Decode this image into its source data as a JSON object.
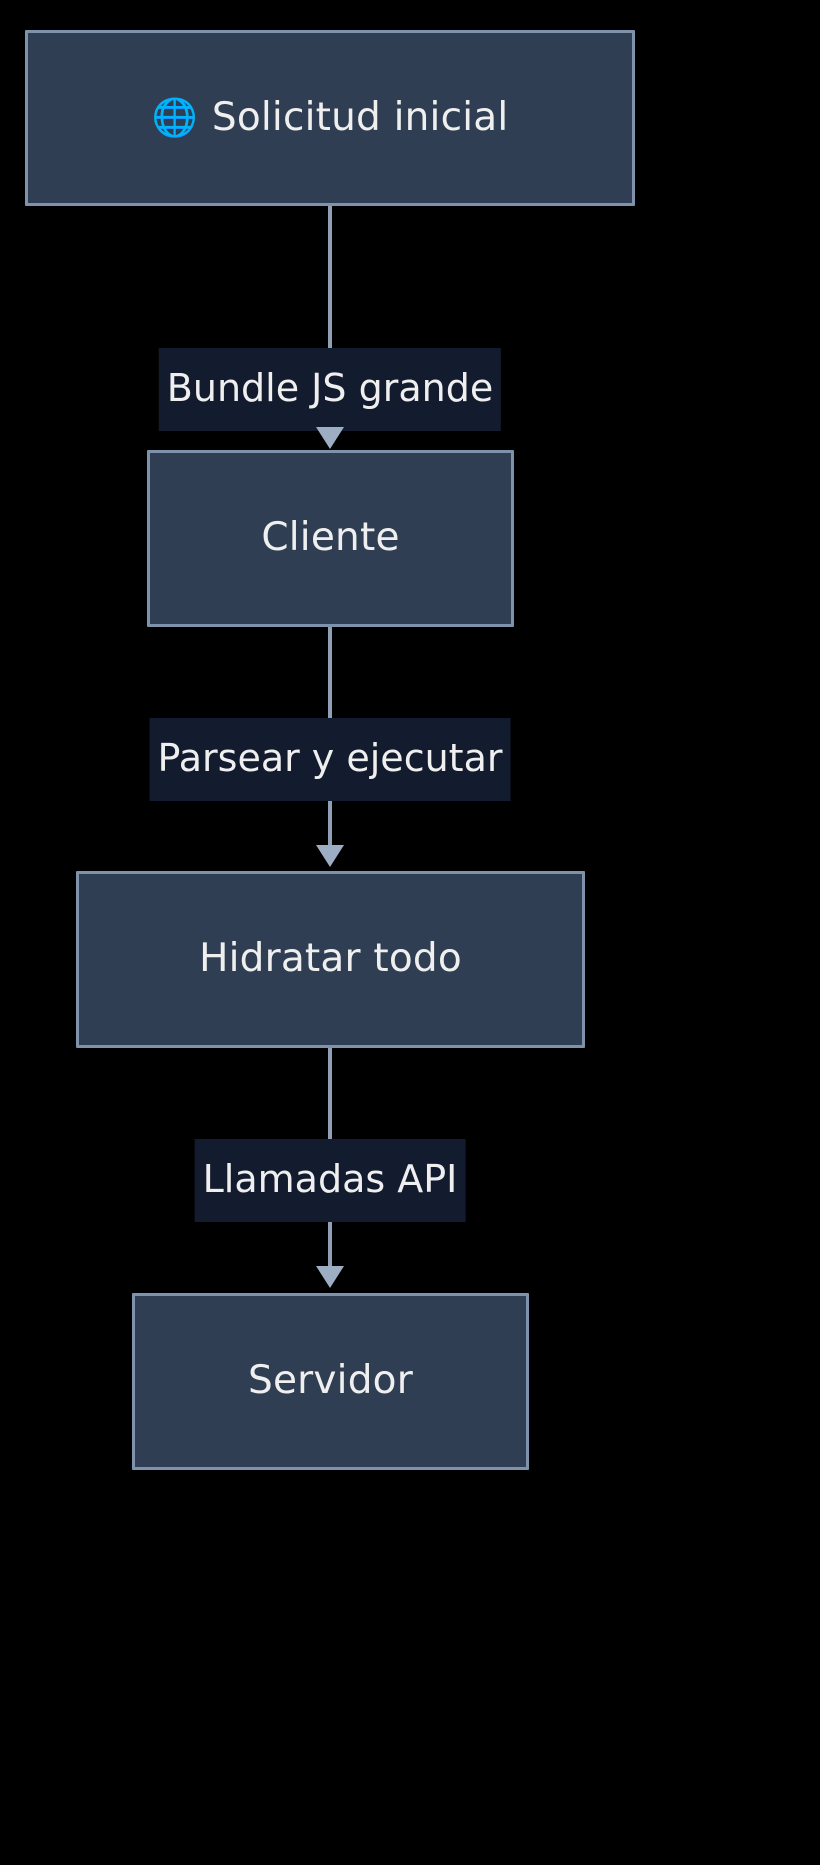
{
  "diagram": {
    "type": "flowchart",
    "direction": "top-down",
    "background_color": "#000000",
    "node_fill_color": "#2F3E52",
    "node_border_color": "#7E92AC",
    "edge_color": "#8E9FB6",
    "edge_label_background": "#131B2E",
    "text_color": "#EFEFEF",
    "nodes": [
      {
        "id": "solicitud-inicial",
        "icon": "globe-icon",
        "emoji": "🌐",
        "label": "Solicitud inicial"
      },
      {
        "id": "cliente",
        "label": "Cliente"
      },
      {
        "id": "hidratar-todo",
        "label": "Hidratar todo"
      },
      {
        "id": "servidor",
        "label": "Servidor"
      }
    ],
    "edges": [
      {
        "id": "edge-1",
        "from": "solicitud-inicial",
        "to": "cliente",
        "label": "Bundle JS grande"
      },
      {
        "id": "edge-2",
        "from": "cliente",
        "to": "hidratar-todo",
        "label": "Parsear y ejecutar"
      },
      {
        "id": "edge-3",
        "from": "hidratar-todo",
        "to": "servidor",
        "label": "Llamadas API"
      }
    ]
  }
}
